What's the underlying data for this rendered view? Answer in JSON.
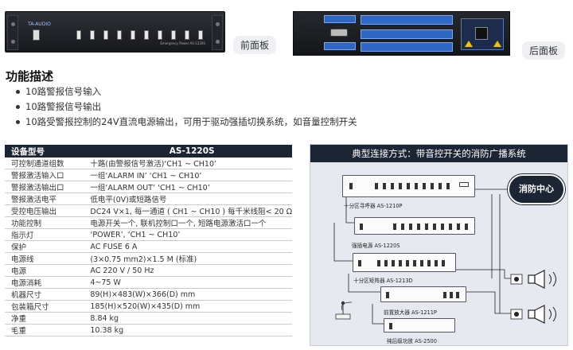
{
  "images": {
    "front_caption": "前面板",
    "back_caption": "后面板",
    "front_logo": "TA-AUDIO",
    "front_model_text": "Emergency Power  AS-1220S"
  },
  "functions": {
    "title": "功能描述",
    "items": [
      "10路警报信号输入",
      "10路警报信号输出",
      "10路受警报控制的24V直流电源输出，可用于驱动强插切换系统，如音量控制开关"
    ]
  },
  "spec_table": {
    "header_key": "设备型号",
    "header_value": "AS-1220S",
    "rows": [
      {
        "k": "可控制通道组数",
        "v": "十路(由警报信号激活)‘CH1 ~ CH10’"
      },
      {
        "k": "警报激活输入口",
        "v": "一组‘ALARM IN’ ‘CH1 ~ CH10’"
      },
      {
        "k": "警报激活输出口",
        "v": "一组‘ALARM OUT’ ‘CH1 ~ CH10’"
      },
      {
        "k": "警报激活电平",
        "v": "低电平(0V)或短路信号"
      },
      {
        "k": "受控电压输出",
        "v": "DC24 V×1, 每一通道 ( CH1 ~ CH10 ) 每千米线阻< 20 Ω"
      },
      {
        "k": "功能控制",
        "v": "电源开关一个, 联机控制口一个, 短路电源激活口一个"
      },
      {
        "k": "指示灯",
        "v": "‘POWER’, ‘CH1 ~ CH10’"
      },
      {
        "k": "保护",
        "v": "AC FUSE 6 A"
      },
      {
        "k": "电源线",
        "v": "(3×0.75 mm2)×1.5 M (标准)"
      },
      {
        "k": "电源",
        "v": "AC 220 V / 50 Hz"
      },
      {
        "k": "电源消耗",
        "v": "4~75 W"
      },
      {
        "k": "机器尺寸",
        "v": "89(H)×483(W)×366(D) mm"
      },
      {
        "k": "包装箱尺寸",
        "v": "185(H)×520(W)×435(D) mm"
      },
      {
        "k": "净重",
        "v": "8.84 kg"
      },
      {
        "k": "毛重",
        "v": "10.38 kg"
      }
    ]
  },
  "diagram": {
    "title": "典型连接方式：带音控开关的消防广播系统",
    "center_label": "消防中心",
    "unit1_label": "十分区寻呼器   AS-1210P",
    "unit2_label": "强插电源   AS-1220S",
    "unit3_label": "十分区矩阵器   AS-1213D",
    "unit4_label": "前置放大器   AS-1211P",
    "unit5_label": "纯后级功放   AS-2500"
  }
}
